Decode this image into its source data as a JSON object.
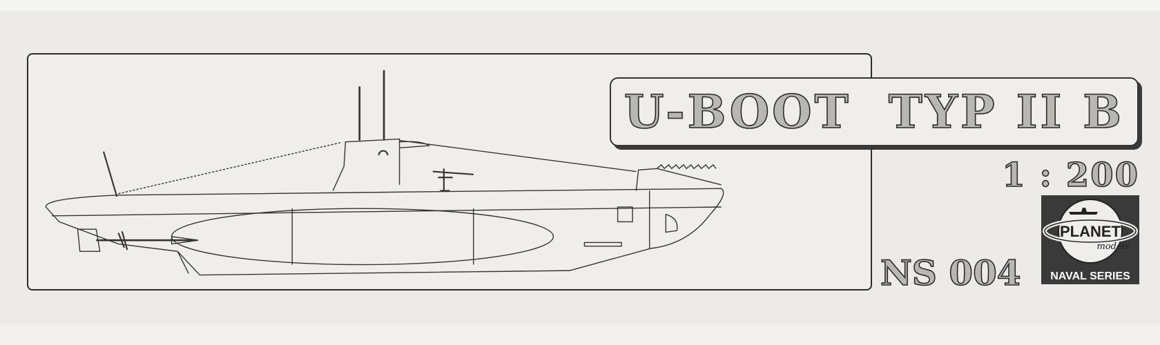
{
  "title": "U-BOOT  TYP II B",
  "scale": "1 : 200",
  "product_code": "NS 004",
  "logo": {
    "brand": "PLANET",
    "sub": "models",
    "series": "NAVAL SERIES"
  }
}
